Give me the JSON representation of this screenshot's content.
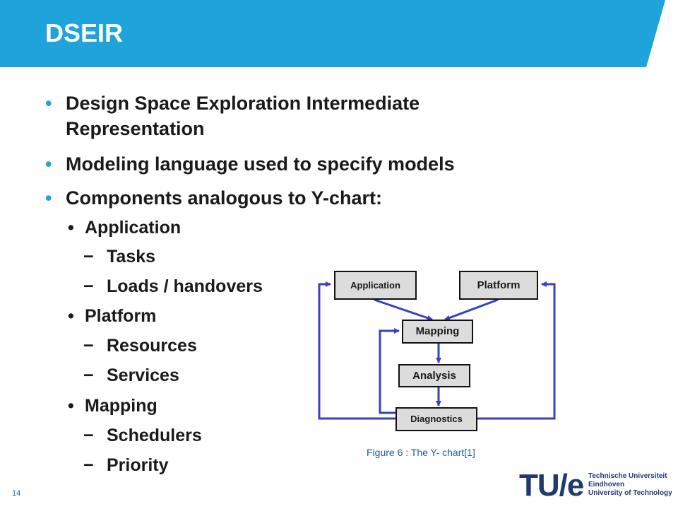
{
  "slide": {
    "title": "DSEIR",
    "page_number": "14",
    "accent_color": "#1ea4da"
  },
  "bullets": [
    {
      "level": 1,
      "text": "Design Space Exploration Intermediate Representation"
    },
    {
      "level": 1,
      "text": "Modeling language used to specify models"
    },
    {
      "level": 1,
      "text": "Components analogous to Y-chart:"
    },
    {
      "level": 2,
      "text": "Application"
    },
    {
      "level": 3,
      "text": "Tasks"
    },
    {
      "level": 3,
      "text": "Loads / handovers"
    },
    {
      "level": 2,
      "text": "Platform"
    },
    {
      "level": 3,
      "text": "Resources"
    },
    {
      "level": 3,
      "text": "Services"
    },
    {
      "level": 2,
      "text": "Mapping"
    },
    {
      "level": 3,
      "text": "Schedulers"
    },
    {
      "level": 3,
      "text": "Priority"
    }
  ],
  "bullet_glyphs": {
    "level1": "•",
    "level2": "•",
    "level3": "−"
  },
  "diagram": {
    "boxes": {
      "application": "Application",
      "platform": "Platform",
      "mapping": "Mapping",
      "analysis": "Analysis",
      "diagnostics": "Diagnostics"
    },
    "arrow_color": "#3a3fc4",
    "caption": "Figure 6 : The Y- chart[1]"
  },
  "logo": {
    "mark": "TU/e",
    "line1": "Technische Universiteit",
    "line2": "Eindhoven",
    "line3": "University of Technology"
  }
}
